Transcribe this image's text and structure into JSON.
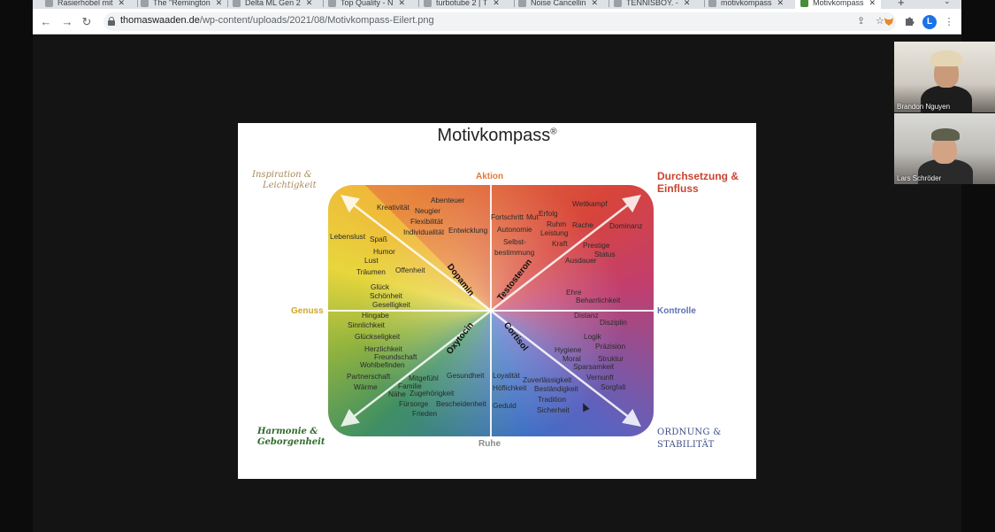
{
  "browser": {
    "tabs": [
      {
        "label": "Rasierhobel mit"
      },
      {
        "label": "The \"Remington"
      },
      {
        "label": "Delta ML Gen 2"
      },
      {
        "label": "Top Quality - N"
      },
      {
        "label": "turbotube 2 | T"
      },
      {
        "label": "Noise Cancellin"
      },
      {
        "label": "TENNISBOY. -"
      },
      {
        "label": "motivkompass"
      },
      {
        "label": "Motivkompass"
      }
    ],
    "close_glyph": "✕",
    "new_tab_glyph": "+",
    "tab_menu_glyph": "⌄",
    "url_domain": "thomaswaaden.de",
    "url_path": "/wp-content/uploads/2021/08/Motivkompass-Eilert.png",
    "nav": {
      "back": "←",
      "forward": "→",
      "reload": "↻"
    },
    "omnibox_icons": {
      "share": "⇪",
      "bookmark": "☆"
    },
    "extensions": [
      "fox-icon",
      "puzzle-icon"
    ],
    "profile_initial": "L",
    "menu_glyph": "⋮"
  },
  "slide": {
    "title": "Motivkompass",
    "trademark": "®",
    "directions": {
      "top": "Aktion",
      "bottom": "Ruhe",
      "left": "Genuss",
      "right": "Kontrolle"
    },
    "corners": {
      "top_left": [
        "Inspiration &",
        "Leichtigkeit"
      ],
      "top_right": [
        "Durchsetzung &",
        "Einfluss"
      ],
      "bottom_left": [
        "Harmonie &",
        "Geborgenheit"
      ],
      "bottom_right": [
        "Ordnung &",
        "Stabilität"
      ]
    },
    "hormones": {
      "dopamin": "Dopamin",
      "testosteron": "Testosteron",
      "oxytocin": "Oxytocin",
      "cortisol": "Cortisol"
    },
    "words": {
      "q_tl": [
        "Abenteuer",
        "Kreativität",
        "Neugier",
        "Flexibilität",
        "Individualität",
        "Entwicklung",
        "Lebenslust",
        "Spaß",
        "Humor",
        "Lust",
        "Träumen",
        "Offenheit",
        "Glück",
        "Schönheit",
        "Geselligkeit"
      ],
      "q_tr": [
        "Fortschritt",
        "Mut",
        "Erfolg",
        "Wettkampf",
        "Autonomie",
        "Ruhm",
        "Rache",
        "Leistung",
        "Dominanz",
        "Selbst-",
        "bestimmung",
        "Kraft",
        "Prestige",
        "Status",
        "Ausdauer",
        "Ehre",
        "Beharrlichkeit"
      ],
      "q_bl": [
        "Hingabe",
        "Sinnlichkeit",
        "Glückseligkeit",
        "Herzlichkeit",
        "Freundschaft",
        "Wohlbefinden",
        "Partnerschaft",
        "Mitgefühl",
        "Wärme",
        "Familie",
        "Nähe",
        "Zugehörigkeit",
        "Fürsorge",
        "Frieden",
        "Gesundheit",
        "Bescheidenheit"
      ],
      "q_br": [
        "Distanz",
        "Disziplin",
        "Logik",
        "Präzision",
        "Hygiene",
        "Moral",
        "Struktur",
        "Sparsamkeit",
        "Vernunft",
        "Loyalität",
        "Zuverlässigkeit",
        "Höflichkeit",
        "Beständigkeit",
        "Sorgfalt",
        "Tradition",
        "Geduld",
        "Sicherheit"
      ]
    }
  },
  "participants": [
    {
      "name": "Brandon Nguyen"
    },
    {
      "name": "Lars Schröder"
    }
  ]
}
